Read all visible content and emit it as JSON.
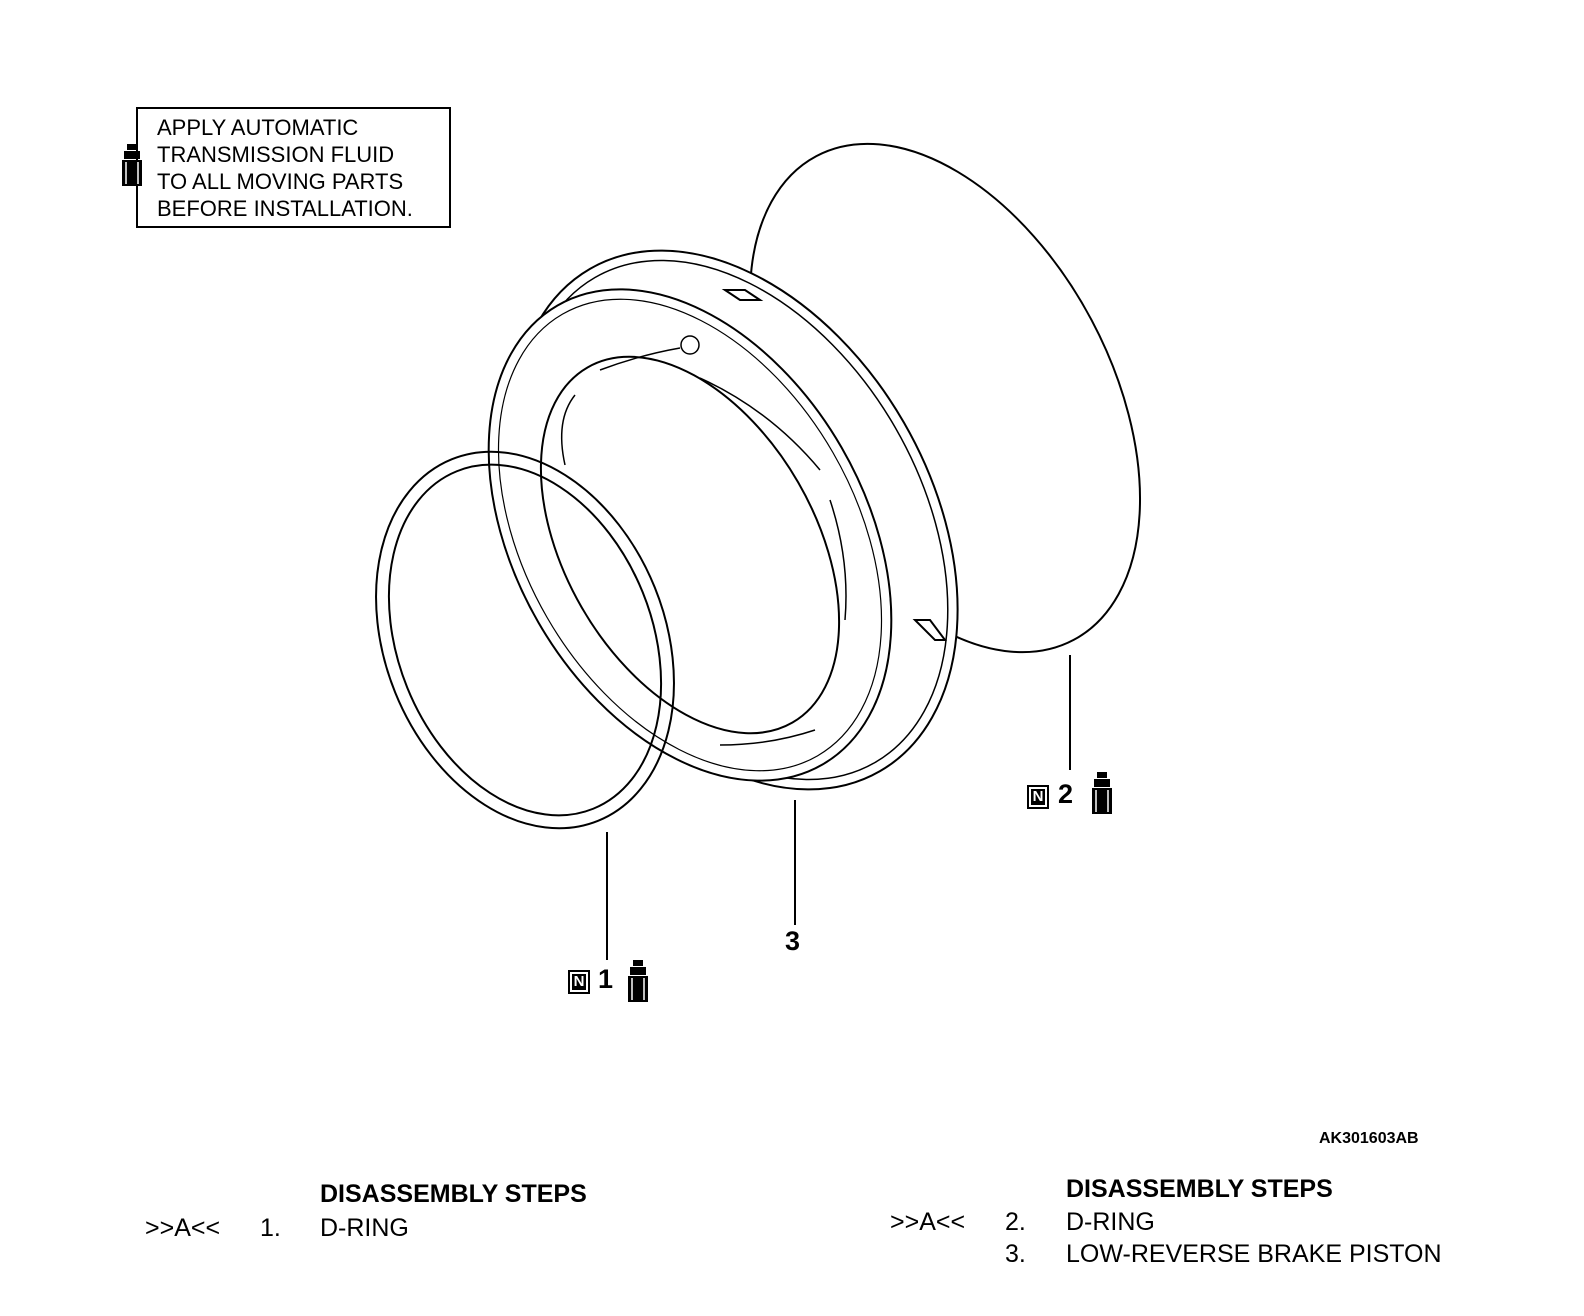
{
  "note": {
    "lines": [
      "APPLY AUTOMATIC",
      "TRANSMISSION FLUID",
      "TO ALL MOVING PARTS",
      "BEFORE INSTALLATION."
    ],
    "icon": "fluid-bottle-icon"
  },
  "callouts": {
    "c1": {
      "number": "1",
      "badge": "N",
      "icon": "fluid-bottle-icon"
    },
    "c2": {
      "number": "2",
      "badge": "N",
      "icon": "fluid-bottle-icon"
    },
    "c3": {
      "number": "3"
    }
  },
  "figure_id": "AK301603AB",
  "steps_left": {
    "header": "DISASSEMBLY STEPS",
    "items": [
      {
        "marker": ">>A<<",
        "number": "1.",
        "label": "D-RING"
      }
    ]
  },
  "steps_right": {
    "header": "DISASSEMBLY STEPS",
    "items": [
      {
        "marker": ">>A<<",
        "number": "2.",
        "label": "D-RING"
      },
      {
        "marker": "",
        "number": "3.",
        "label": "LOW-REVERSE BRAKE PISTON"
      }
    ]
  }
}
